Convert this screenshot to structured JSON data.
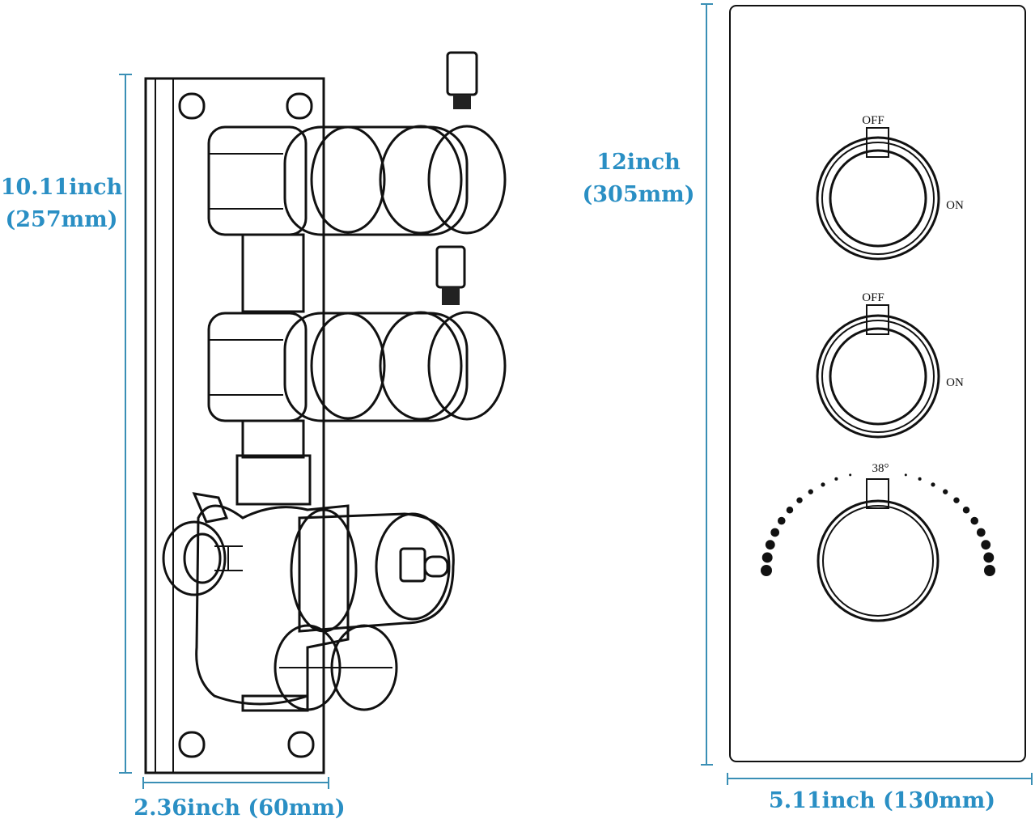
{
  "dimensions": {
    "valve_height_in": "10.11inch",
    "valve_height_mm": "(257mm)",
    "valve_width": "2.36inch (60mm)",
    "plate_height_in": "12inch",
    "plate_height_mm": "(305mm)",
    "plate_width": "5.11inch (130mm)"
  },
  "knobs": [
    {
      "off_label": "OFF",
      "on_label": "ON"
    },
    {
      "off_label": "OFF",
      "on_label": "ON"
    },
    {
      "temp_label": "38°"
    }
  ],
  "colors": {
    "dimension": "#2a8fc4",
    "line": "#111111"
  }
}
